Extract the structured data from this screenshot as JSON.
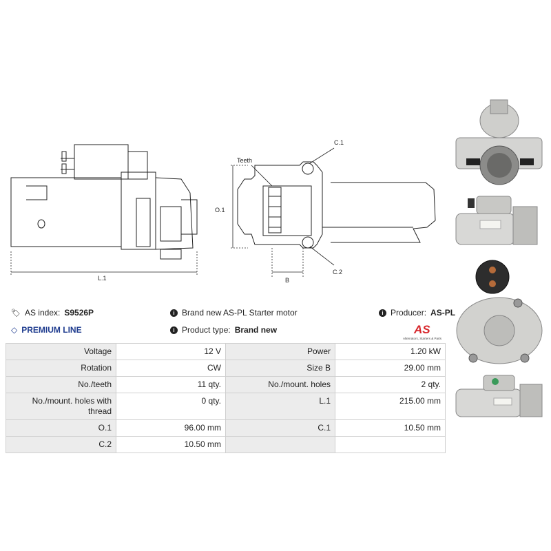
{
  "drawing": {
    "labels": {
      "l1": "L.1",
      "o1": "O.1",
      "teeth": "Teeth",
      "b": "B",
      "c1": "C.1",
      "c2": "C.2"
    }
  },
  "info": {
    "as_index_label": "AS index:",
    "as_index_value": "S9526P",
    "brand_text": "Brand new AS-PL Starter motor",
    "producer_label": "Producer:",
    "producer_value": "AS-PL",
    "premium_line": "PREMIUM LINE",
    "product_type_label": "Product type:",
    "product_type_value": "Brand new"
  },
  "logo": {
    "mark": "AS",
    "tagline": "Alternators, Starters & Parts"
  },
  "specs": {
    "rows": [
      {
        "l1": "Voltage",
        "v1": "12 V",
        "l2": "Power",
        "v2": "1.20 kW"
      },
      {
        "l1": "Rotation",
        "v1": "CW",
        "l2": "Size B",
        "v2": "29.00 mm"
      },
      {
        "l1": "No./teeth",
        "v1": "11 qty.",
        "l2": "No./mount. holes",
        "v2": "2 qty."
      },
      {
        "l1": "No./mount. holes with thread",
        "v1": "0 qty.",
        "l2": "L.1",
        "v2": "215.00 mm"
      },
      {
        "l1": "O.1",
        "v1": "96.00 mm",
        "l2": "C.1",
        "v2": "10.50 mm"
      },
      {
        "l1": "C.2",
        "v1": "10.50 mm",
        "l2": "",
        "v2": ""
      }
    ]
  },
  "colors": {
    "premium": "#1f3c8f",
    "logo_red": "#d7262b",
    "label_bg": "#ececec"
  }
}
